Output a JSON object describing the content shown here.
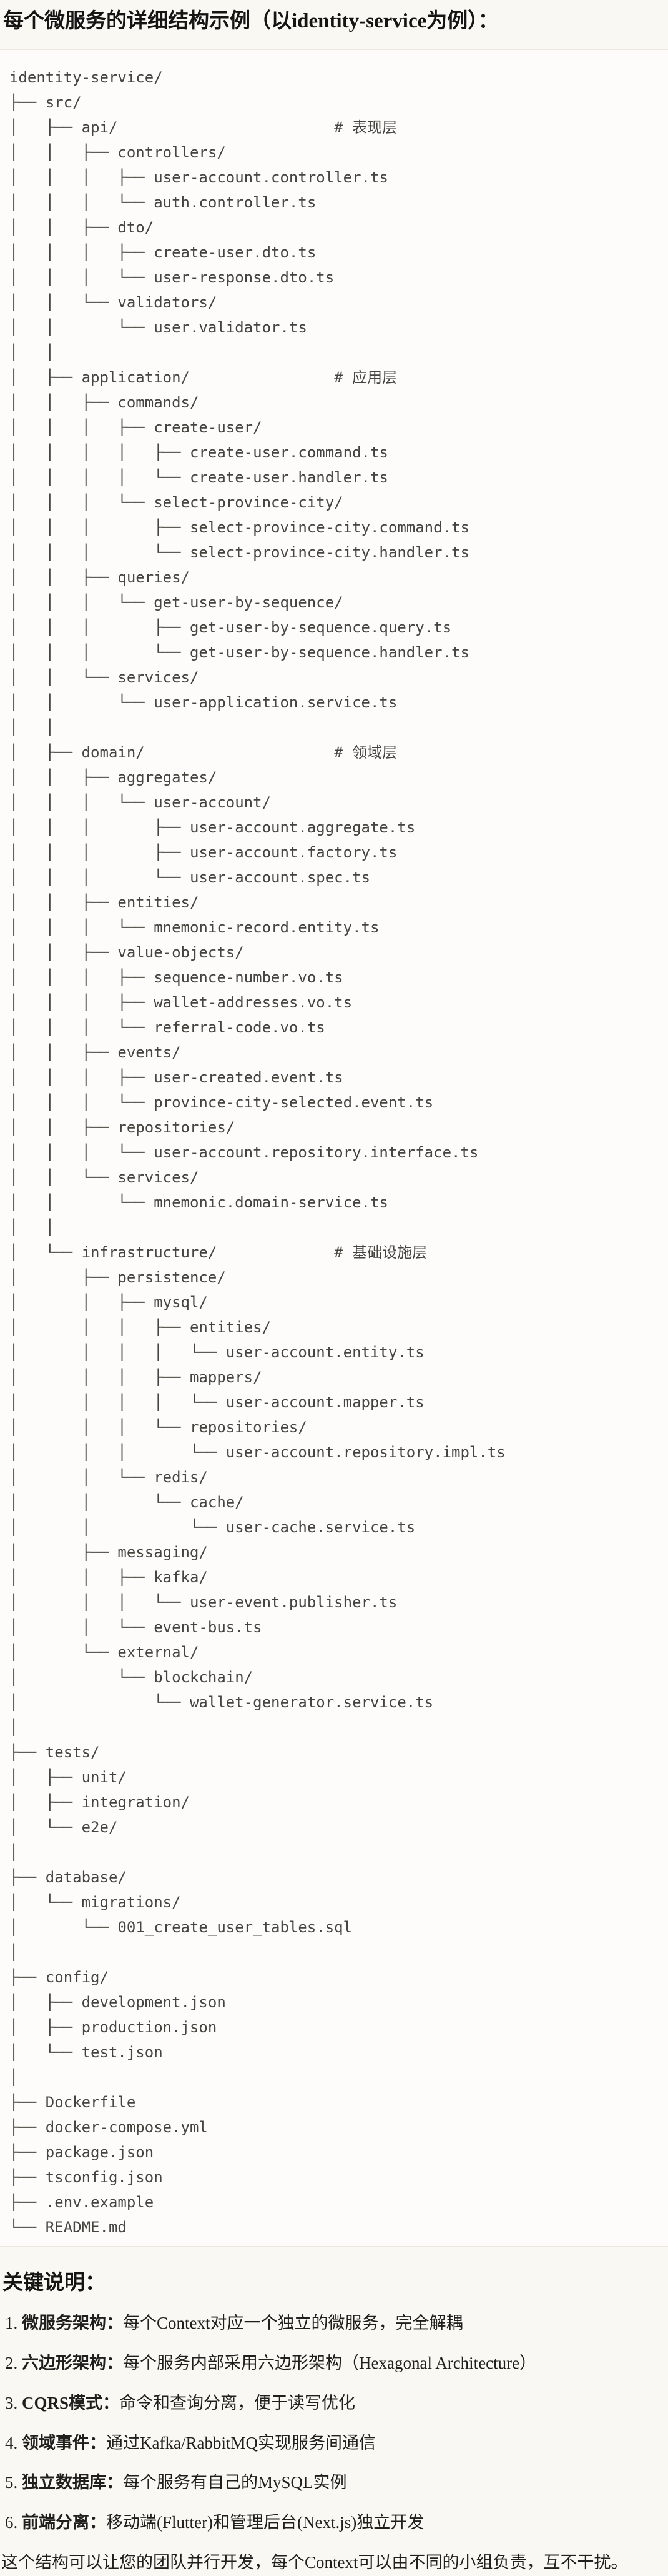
{
  "title": "每个微服务的详细结构示例（以identity-service为例）：",
  "tree": {
    "lines": [
      "identity-service/",
      "├── src/",
      "│   ├── api/                        # 表现层",
      "│   │   ├── controllers/",
      "│   │   │   ├── user-account.controller.ts",
      "│   │   │   └── auth.controller.ts",
      "│   │   ├── dto/",
      "│   │   │   ├── create-user.dto.ts",
      "│   │   │   └── user-response.dto.ts",
      "│   │   └── validators/",
      "│   │       └── user.validator.ts",
      "│   │",
      "│   ├── application/                # 应用层",
      "│   │   ├── commands/",
      "│   │   │   ├── create-user/",
      "│   │   │   │   ├── create-user.command.ts",
      "│   │   │   │   └── create-user.handler.ts",
      "│   │   │   └── select-province-city/",
      "│   │   │       ├── select-province-city.command.ts",
      "│   │   │       └── select-province-city.handler.ts",
      "│   │   ├── queries/",
      "│   │   │   └── get-user-by-sequence/",
      "│   │   │       ├── get-user-by-sequence.query.ts",
      "│   │   │       └── get-user-by-sequence.handler.ts",
      "│   │   └── services/",
      "│   │       └── user-application.service.ts",
      "│   │",
      "│   ├── domain/                     # 领域层",
      "│   │   ├── aggregates/",
      "│   │   │   └── user-account/",
      "│   │   │       ├── user-account.aggregate.ts",
      "│   │   │       ├── user-account.factory.ts",
      "│   │   │       └── user-account.spec.ts",
      "│   │   ├── entities/",
      "│   │   │   └── mnemonic-record.entity.ts",
      "│   │   ├── value-objects/",
      "│   │   │   ├── sequence-number.vo.ts",
      "│   │   │   ├── wallet-addresses.vo.ts",
      "│   │   │   └── referral-code.vo.ts",
      "│   │   ├── events/",
      "│   │   │   ├── user-created.event.ts",
      "│   │   │   └── province-city-selected.event.ts",
      "│   │   ├── repositories/",
      "│   │   │   └── user-account.repository.interface.ts",
      "│   │   └── services/",
      "│   │       └── mnemonic.domain-service.ts",
      "│   │",
      "│   └── infrastructure/             # 基础设施层",
      "│       ├── persistence/",
      "│       │   ├── mysql/",
      "│       │   │   ├── entities/",
      "│       │   │   │   └── user-account.entity.ts",
      "│       │   │   ├── mappers/",
      "│       │   │   │   └── user-account.mapper.ts",
      "│       │   │   └── repositories/",
      "│       │   │       └── user-account.repository.impl.ts",
      "│       │   └── redis/",
      "│       │       └── cache/",
      "│       │           └── user-cache.service.ts",
      "│       ├── messaging/",
      "│       │   ├── kafka/",
      "│       │   │   └── user-event.publisher.ts",
      "│       │   └── event-bus.ts",
      "│       └── external/",
      "│           └── blockchain/",
      "│               └── wallet-generator.service.ts",
      "│",
      "├── tests/",
      "│   ├── unit/",
      "│   ├── integration/",
      "│   └── e2e/",
      "│",
      "├── database/",
      "│   └── migrations/",
      "│       └── 001_create_user_tables.sql",
      "│",
      "├── config/",
      "│   ├── development.json",
      "│   ├── production.json",
      "│   └── test.json",
      "│",
      "├── Dockerfile",
      "├── docker-compose.yml",
      "├── package.json",
      "├── tsconfig.json",
      "├── .env.example",
      "└── README.md"
    ]
  },
  "notes": {
    "heading": "关键说明：",
    "items": [
      {
        "num": "1. ",
        "term": "微服务架构",
        "colon": "：",
        "desc": "每个Context对应一个独立的微服务，完全解耦"
      },
      {
        "num": "2. ",
        "term": "六边形架构",
        "colon": "：",
        "desc": "每个服务内部采用六边形架构（Hexagonal Architecture）"
      },
      {
        "num": "3. ",
        "term": "CQRS模式",
        "colon": "：",
        "desc": "命令和查询分离，便于读写优化"
      },
      {
        "num": "4. ",
        "term": "领域事件",
        "colon": "：",
        "desc": "通过Kafka/RabbitMQ实现服务间通信"
      },
      {
        "num": "5. ",
        "term": "独立数据库",
        "colon": "：",
        "desc": "每个服务有自己的MySQL实例"
      },
      {
        "num": "6. ",
        "term": "前端分离",
        "colon": "：",
        "desc": "移动端(Flutter)和管理后台(Next.js)独立开发"
      }
    ],
    "summary": "这个结构可以让您的团队并行开发，每个Context可以由不同的小组负责，互不干扰。"
  }
}
